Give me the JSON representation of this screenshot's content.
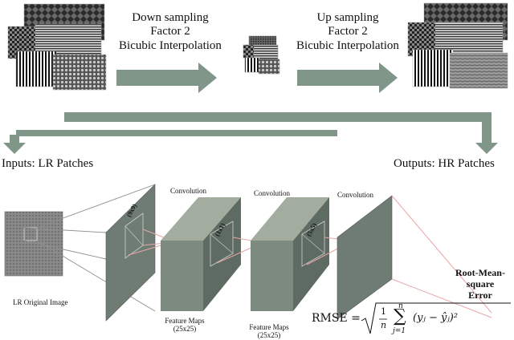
{
  "pipeline": {
    "downsample": {
      "line1": "Down sampling",
      "line2": "Factor 2",
      "line3": "Bicubic Interpolation"
    },
    "upsample": {
      "line1": "Up sampling",
      "line2": "Factor 2",
      "line3": "Bicubic Interpolation"
    }
  },
  "io": {
    "inputs_label": "Inputs: LR Patches",
    "outputs_label": "Outputs: HR Patches"
  },
  "network": {
    "input_image_label": "LR Original Image",
    "layers": [
      {
        "label": "Convolution",
        "kernel": "(9x9)",
        "feature_maps": "Feature Maps",
        "feature_size": "(25x25)"
      },
      {
        "label": "Convolution",
        "kernel": "(1x1)",
        "feature_maps": "Feature Maps",
        "feature_size": "(25x25)"
      },
      {
        "label": "Convolution",
        "kernel": "(5x5)"
      }
    ]
  },
  "loss": {
    "name_line1": "Root-Mean-",
    "name_line2": "square",
    "name_line3": "Error",
    "formula_lhs": "RMSE =",
    "formula_frac_num": "1",
    "formula_frac_den": "n",
    "formula_sum_top": "n",
    "formula_sum_bottom": "j=1",
    "formula_body": "(yⱼ − ŷⱼ)²"
  },
  "colors": {
    "arrow": "#7f9688",
    "slab_front": "#7d8a80",
    "slab_side": "#5e6b62",
    "slab_top": "#a3ad9f",
    "thin_layer": "#6f7c73",
    "pink_line": "#e7a6a6",
    "grey_line": "#8a8f8a"
  }
}
